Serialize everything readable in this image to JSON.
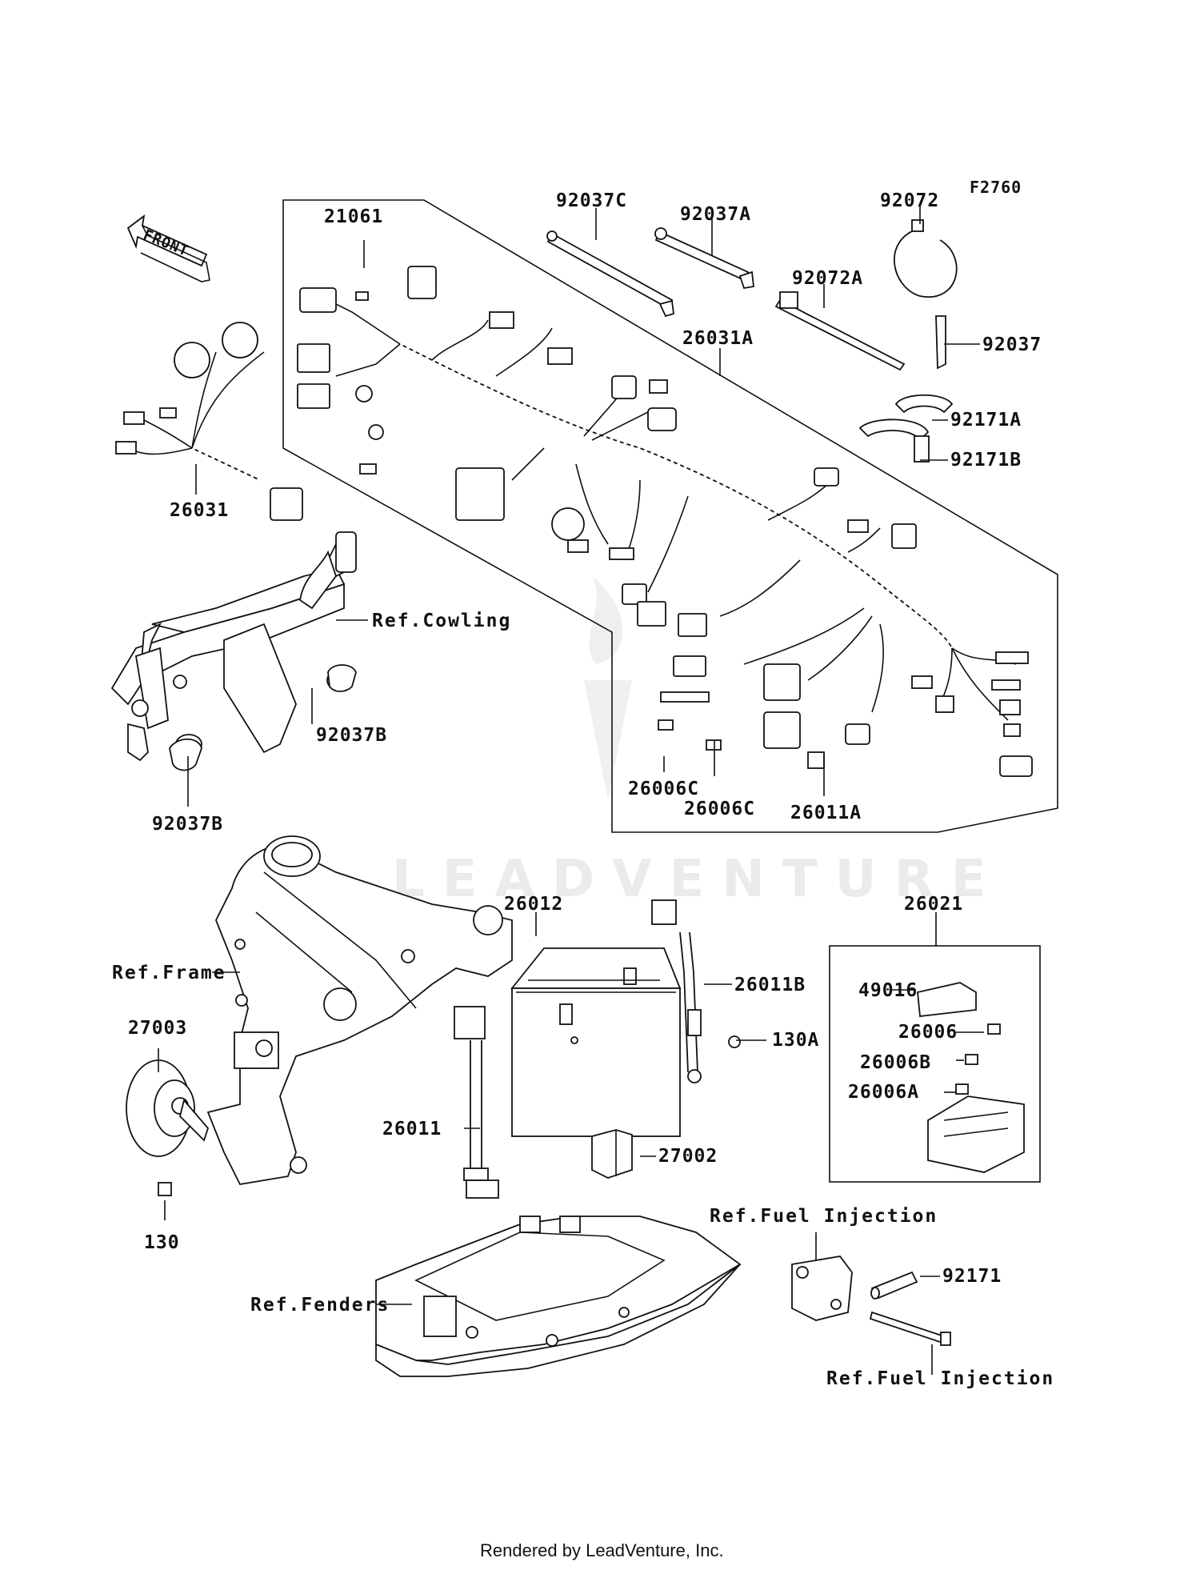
{
  "diagram_code": "F2760",
  "watermark": "LEADVENTURE",
  "footer": "Rendered by LeadVenture, Inc.",
  "front_arrow": "FRONT",
  "callouts": {
    "c21061": "21061",
    "c92037C": "92037C",
    "c92037A": "92037A",
    "c92072": "92072",
    "c92072A": "92072A",
    "c92037": "92037",
    "c26031A": "26031A",
    "c92171A": "92171A",
    "c92171B": "92171B",
    "c26031": "26031",
    "c26006C_1": "26006C",
    "c26006C_2": "26006C",
    "c26011A": "26011A",
    "c92037B_1": "92037B",
    "c92037B_2": "92037B",
    "c26012": "26012",
    "c26011B": "26011B",
    "c130A": "130A",
    "c26021": "26021",
    "c49016": "49016",
    "c26006": "26006",
    "c26006B": "26006B",
    "c26006A": "26006A",
    "c27003": "27003",
    "c26011": "26011",
    "c27002": "27002",
    "c130": "130",
    "c92171": "92171"
  },
  "references": {
    "cowling": "Ref.Cowling",
    "frame": "Ref.Frame",
    "fenders": "Ref.Fenders",
    "fuel_injection_1": "Ref.Fuel Injection",
    "fuel_injection_2": "Ref.Fuel Injection"
  }
}
